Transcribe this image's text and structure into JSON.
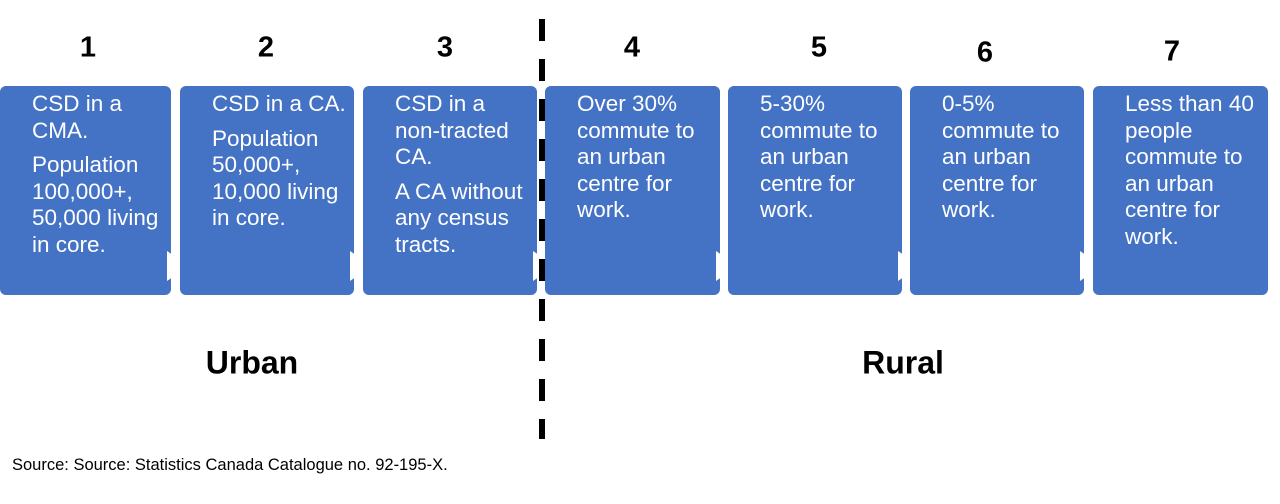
{
  "steps": [
    {
      "number": "1",
      "paragraphs": [
        "CSD in a CMA.",
        "Population 100,000+, 50,000 living in core."
      ]
    },
    {
      "number": "2",
      "paragraphs": [
        "CSD in a CA.",
        "Population 50,000+, 10,000 living in core."
      ]
    },
    {
      "number": "3",
      "paragraphs": [
        "CSD in a non-tracted CA.",
        "A CA without any census tracts."
      ]
    },
    {
      "number": "4",
      "paragraphs": [
        "Over 30% commute to an urban centre for work."
      ]
    },
    {
      "number": "5",
      "paragraphs": [
        "5-30% commute to an urban centre for work."
      ]
    },
    {
      "number": "6",
      "paragraphs": [
        "0-5% commute to an urban centre for work."
      ]
    },
    {
      "number": "7",
      "paragraphs": [
        "Less than 40 people commute to an urban centre for work."
      ]
    }
  ],
  "groups": {
    "urban": "Urban",
    "rural": "Rural"
  },
  "source": "Source: Source: Statistics Canada Catalogue no. 92-195-X.",
  "colors": {
    "box": "#4472C4",
    "box_text": "#FFFFFF",
    "divider": "#000000"
  }
}
